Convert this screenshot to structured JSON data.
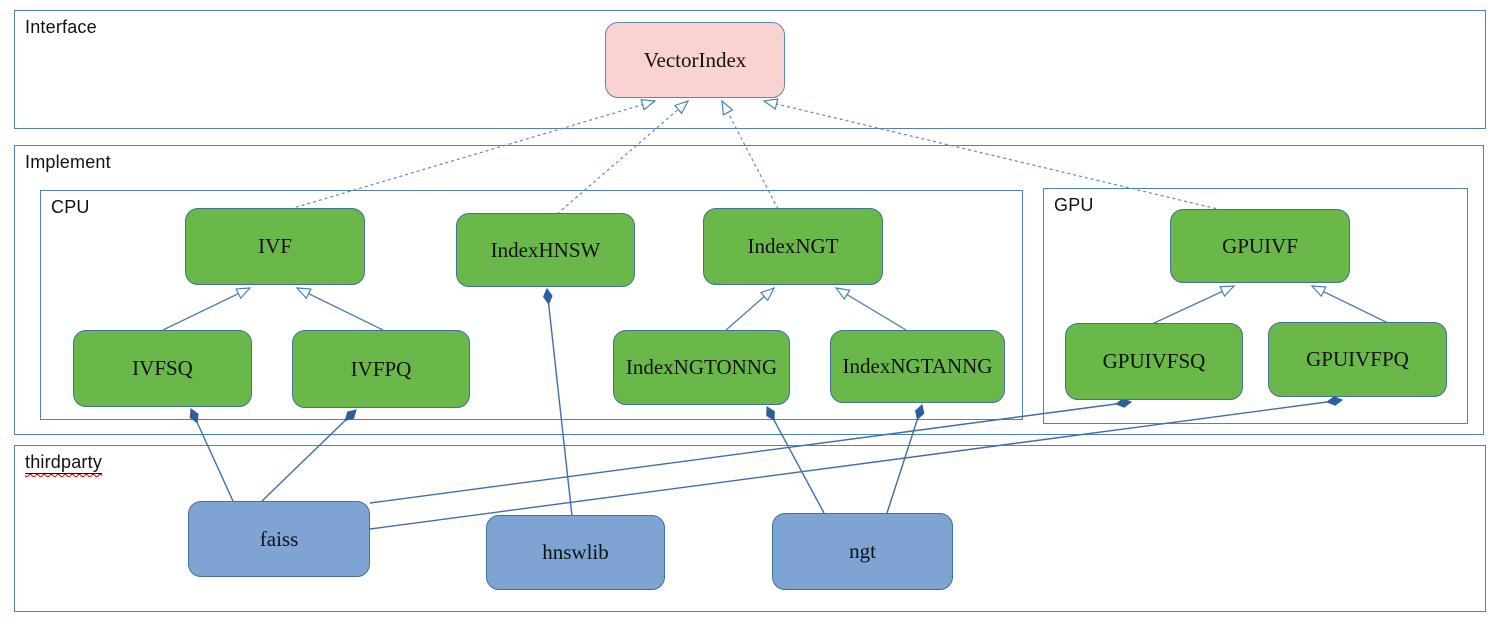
{
  "diagram": {
    "title_hint": "VectorIndex class architecture diagram",
    "containers": [
      {
        "id": "interface",
        "label": "Interface"
      },
      {
        "id": "implement",
        "label": "Implement"
      },
      {
        "id": "cpu",
        "label": "CPU"
      },
      {
        "id": "gpu",
        "label": "GPU"
      },
      {
        "id": "thirdparty",
        "label": "thirdparty"
      }
    ],
    "nodes": [
      {
        "id": "vectorindex",
        "label": "VectorIndex",
        "group": "interface",
        "fill": "#f9d3cf"
      },
      {
        "id": "ivf",
        "label": "IVF",
        "group": "cpu",
        "fill": "#6ab74a"
      },
      {
        "id": "indexhnsw",
        "label": "IndexHNSW",
        "group": "cpu",
        "fill": "#6ab74a"
      },
      {
        "id": "indexngt",
        "label": "IndexNGT",
        "group": "cpu",
        "fill": "#6ab74a"
      },
      {
        "id": "gpuivf",
        "label": "GPUIVF",
        "group": "gpu",
        "fill": "#6ab74a"
      },
      {
        "id": "ivfsq",
        "label": "IVFSQ",
        "group": "cpu",
        "fill": "#6ab74a"
      },
      {
        "id": "ivfpq",
        "label": "IVFPQ",
        "group": "cpu",
        "fill": "#6ab74a"
      },
      {
        "id": "indexngtonng",
        "label": "IndexNGTONNG",
        "group": "cpu",
        "fill": "#6ab74a"
      },
      {
        "id": "indexngtanng",
        "label": "IndexNGTANNG",
        "group": "cpu",
        "fill": "#6ab74a"
      },
      {
        "id": "gpuivfsq",
        "label": "GPUIVFSQ",
        "group": "gpu",
        "fill": "#6ab74a"
      },
      {
        "id": "gpuivfpq",
        "label": "GPUIVFPQ",
        "group": "gpu",
        "fill": "#6ab74a"
      },
      {
        "id": "faiss",
        "label": "faiss",
        "group": "thirdparty",
        "fill": "#7da4d3"
      },
      {
        "id": "hnswlib",
        "label": "hnswlib",
        "group": "thirdparty",
        "fill": "#7da4d3"
      },
      {
        "id": "ngt",
        "label": "ngt",
        "group": "thirdparty",
        "fill": "#7da4d3"
      }
    ],
    "relationships": [
      {
        "from": "ivf",
        "to": "vectorindex",
        "type": "realization-dashed-open-arrow"
      },
      {
        "from": "indexhnsw",
        "to": "vectorindex",
        "type": "realization-dashed-open-arrow"
      },
      {
        "from": "indexngt",
        "to": "vectorindex",
        "type": "realization-dashed-open-arrow"
      },
      {
        "from": "gpuivf",
        "to": "vectorindex",
        "type": "realization-dashed-open-arrow"
      },
      {
        "from": "ivfsq",
        "to": "ivf",
        "type": "generalization-open-arrow"
      },
      {
        "from": "ivfpq",
        "to": "ivf",
        "type": "generalization-open-arrow"
      },
      {
        "from": "indexngtonng",
        "to": "indexngt",
        "type": "generalization-open-arrow"
      },
      {
        "from": "indexngtanng",
        "to": "indexngt",
        "type": "generalization-open-arrow"
      },
      {
        "from": "gpuivfsq",
        "to": "gpuivf",
        "type": "generalization-open-arrow"
      },
      {
        "from": "gpuivfpq",
        "to": "gpuivf",
        "type": "generalization-open-arrow"
      },
      {
        "from": "faiss",
        "to": "ivfsq",
        "type": "composition-filled-diamond"
      },
      {
        "from": "faiss",
        "to": "ivfpq",
        "type": "composition-filled-diamond"
      },
      {
        "from": "faiss",
        "to": "gpuivfsq",
        "type": "composition-filled-diamond"
      },
      {
        "from": "faiss",
        "to": "gpuivfpq",
        "type": "composition-filled-diamond"
      },
      {
        "from": "hnswlib",
        "to": "indexhnsw",
        "type": "composition-filled-diamond"
      },
      {
        "from": "ngt",
        "to": "indexngtonng",
        "type": "composition-filled-diamond"
      },
      {
        "from": "ngt",
        "to": "indexngtanng",
        "type": "composition-filled-diamond"
      }
    ],
    "colors": {
      "node_green": "#6ab74a",
      "node_blue": "#7da4d3",
      "node_pink": "#f9d3cf",
      "node_border": "#41719c",
      "container_border": "#4f81bd",
      "connector": "#3e6eae",
      "dashed_connector": "#6088c6",
      "diamond_fill": "#2e5f9c",
      "spellcheck_squiggle": "#cc0000"
    }
  }
}
